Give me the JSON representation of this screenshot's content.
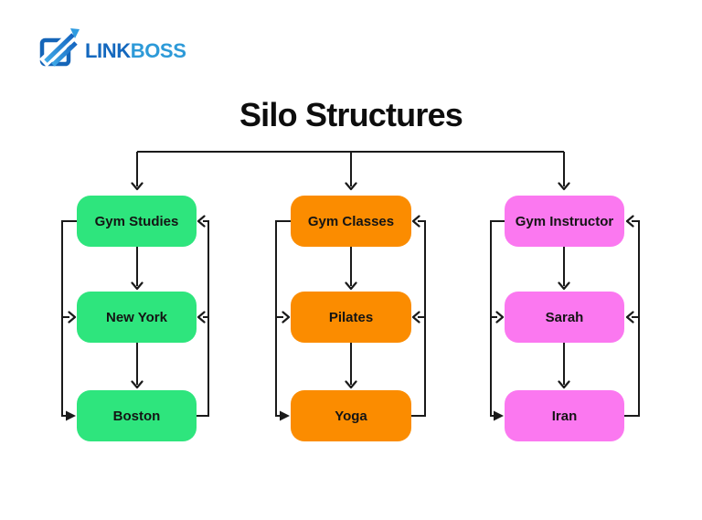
{
  "page": {
    "background": "#ffffff"
  },
  "logo": {
    "icon": "linkboss-chart-arrow-icon",
    "text_link": "LINK",
    "text_boss": "BOSS",
    "color_link": "#1468BE",
    "color_boss": "#2D9AD8",
    "icon_square_color": "#1565B8",
    "icon_arrow_color_light": "#3FA9E8",
    "icon_arrow_color_dark": "#1565C0"
  },
  "title": "Silo Structures",
  "diagram": {
    "line_color": "#1a1a1a",
    "columns": [
      {
        "id": "silo-1",
        "color": "#2EE57D",
        "nodes": [
          "Gym Studies",
          "New York",
          "Boston"
        ]
      },
      {
        "id": "silo-2",
        "color": "#FB8C00",
        "nodes": [
          "Gym Classes",
          "Pilates",
          "Yoga"
        ]
      },
      {
        "id": "silo-3",
        "color": "#FB78F0",
        "nodes": [
          "Gym Instructor",
          "Sarah",
          "Iran"
        ]
      }
    ]
  }
}
